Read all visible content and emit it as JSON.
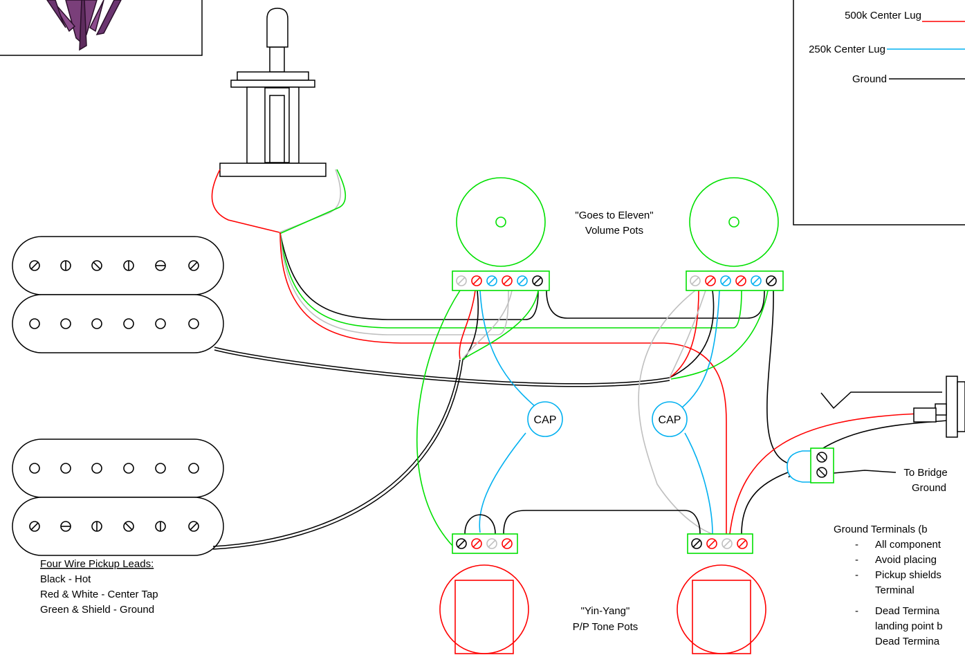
{
  "colors": {
    "red": "#ff0000",
    "blue": "#00b0f0",
    "green": "#00e000",
    "black": "#000000",
    "gray": "#bfbfbf",
    "logo_petal": "#7a3f7a"
  },
  "icons": {
    "logo": "flower-logo-icon",
    "toggle_switch": "three-way-toggle-switch-icon",
    "pickup": "humbucker-pickup-icon",
    "pot": "potentiometer-icon",
    "capacitor": "capacitor-icon",
    "jack": "output-jack-icon",
    "terminal_block": "ground-terminal-block-icon"
  },
  "legend": {
    "items": [
      {
        "label": "500k Center Lug",
        "color": "#ff0000"
      },
      {
        "label": "250k Center Lug",
        "color": "#00b0f0"
      },
      {
        "label": "Ground",
        "color": "#000000"
      }
    ]
  },
  "labels": {
    "volume_pots_line1": "\"Goes to Eleven\"",
    "volume_pots_line2": "Volume Pots",
    "tone_pots_line1": "\"Yin-Yang\"",
    "tone_pots_line2": "P/P Tone Pots",
    "cap_left": "CAP",
    "cap_right": "CAP",
    "to_bridge_line1": "To Bridge",
    "to_bridge_line2": "Ground"
  },
  "pickup_leads": {
    "title": "Four Wire Pickup Leads:",
    "lines": [
      "Black - Hot",
      "Red & White - Center Tap",
      "Green & Shield - Ground"
    ]
  },
  "notes": {
    "title": "Ground Terminals (b",
    "bullets": [
      {
        "dash": "-",
        "lines": [
          "All component"
        ]
      },
      {
        "dash": "-",
        "lines": [
          "Avoid placing"
        ]
      },
      {
        "dash": "-",
        "lines": [
          "Pickup shields",
          "Terminal"
        ]
      },
      {
        "dash": "-",
        "lines": [
          "Dead Termina",
          "landing point b",
          "Dead Termina"
        ]
      }
    ]
  }
}
